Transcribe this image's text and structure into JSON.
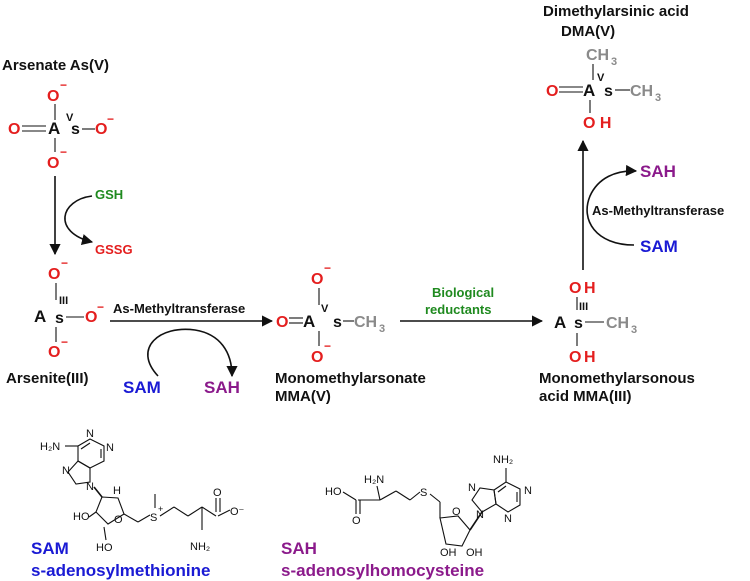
{
  "arsenate": {
    "name": "Arsenate  As(V)",
    "O": "O",
    "As_A": "A",
    "As_s": "s",
    "val": "V",
    "neg": "−"
  },
  "gsh": "GSH",
  "gssg": "GSSG",
  "arsenite": {
    "name": "Arsenite(III)",
    "val": "III"
  },
  "step1": {
    "enzyme": "As-Methyltransferase",
    "sam": "SAM",
    "sah": "SAH"
  },
  "mma5": {
    "name1": "Monomethylarsonate",
    "name2": "MMA(V)",
    "ch3": "CH",
    "sub3": "3"
  },
  "step2": {
    "line1": "Biological",
    "line2": "reductants"
  },
  "mma3": {
    "name1": "Monomethylarsonous",
    "name2": "acid MMA(III)",
    "oh": "O H"
  },
  "step3": {
    "enzyme": "As-Methyltransferase",
    "sam": "SAM",
    "sah": "SAH"
  },
  "dma": {
    "name1": "Dimethylarsinic acid",
    "name2": "DMA(V)"
  },
  "struct_labels": {
    "h2n": "H₂N",
    "n": "N",
    "ho": "HO",
    "oh": "OH",
    "o": "O",
    "s": "S",
    "s_plus": "S+",
    "nh2": "NH₂",
    "o_minus": "O⁻",
    "h": "H"
  },
  "legend": {
    "sam_abbr": "SAM",
    "sam_full": "s-adenosylmethionine",
    "sah_abbr": "SAH",
    "sah_full": "s-adenosylhomocysteine"
  },
  "colors": {
    "red": "#e41e1e",
    "blue": "#1a1ad4",
    "purple": "#8b1a8b",
    "green": "#1f8a1f",
    "gray": "#8a8a8a"
  }
}
